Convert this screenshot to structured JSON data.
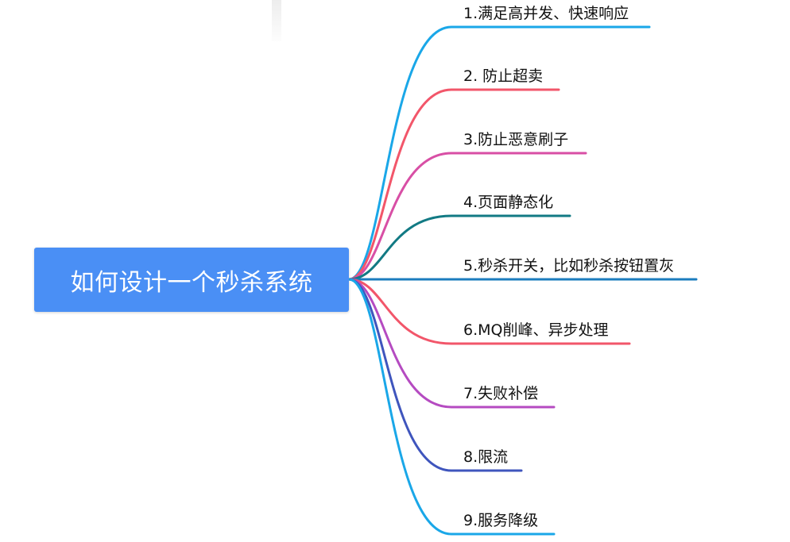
{
  "root": {
    "label": "如何设计一个秒杀系统",
    "color": "#4a8ff5"
  },
  "branches": [
    {
      "label": "1.满足高并发、快速响应",
      "color": "#1aa7e8"
    },
    {
      "label": "2. 防止超卖",
      "color": "#f2566a"
    },
    {
      "label": "3.防止恶意刷子",
      "color": "#d84fa5"
    },
    {
      "label": "4.页面静态化",
      "color": "#127a84"
    },
    {
      "label": "5.秒杀开关，比如秒杀按钮置灰",
      "color": "#1b7cbe"
    },
    {
      "label": "6.MQ削峰、异步处理",
      "color": "#f2566a"
    },
    {
      "label": "7.失败补偿",
      "color": "#b54bc1"
    },
    {
      "label": "8.限流",
      "color": "#3f55bd"
    },
    {
      "label": "9.服务降级",
      "color": "#1aa7e8"
    }
  ]
}
